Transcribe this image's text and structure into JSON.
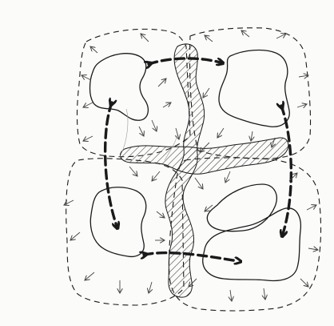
{
  "diagram": {
    "colors": {
      "paper": "#fbfbfa",
      "ink": "#1a1a1a",
      "hatch": "#3a3a3a",
      "thin_arrow": "#444444"
    },
    "elements": [
      "outer-dashed-boundary-top-left",
      "outer-dashed-boundary-top-right",
      "outer-dashed-boundary-bottom-left",
      "outer-dashed-boundary-bottom-right",
      "blob-top-left",
      "blob-top-right",
      "blob-bottom-left",
      "blob-bottom-right",
      "inner-loop-shape",
      "hatched-corridor-vertical",
      "hatched-corridor-horizontal",
      "thick-dashed-connection-arrows",
      "thin-flow-arrows"
    ]
  }
}
